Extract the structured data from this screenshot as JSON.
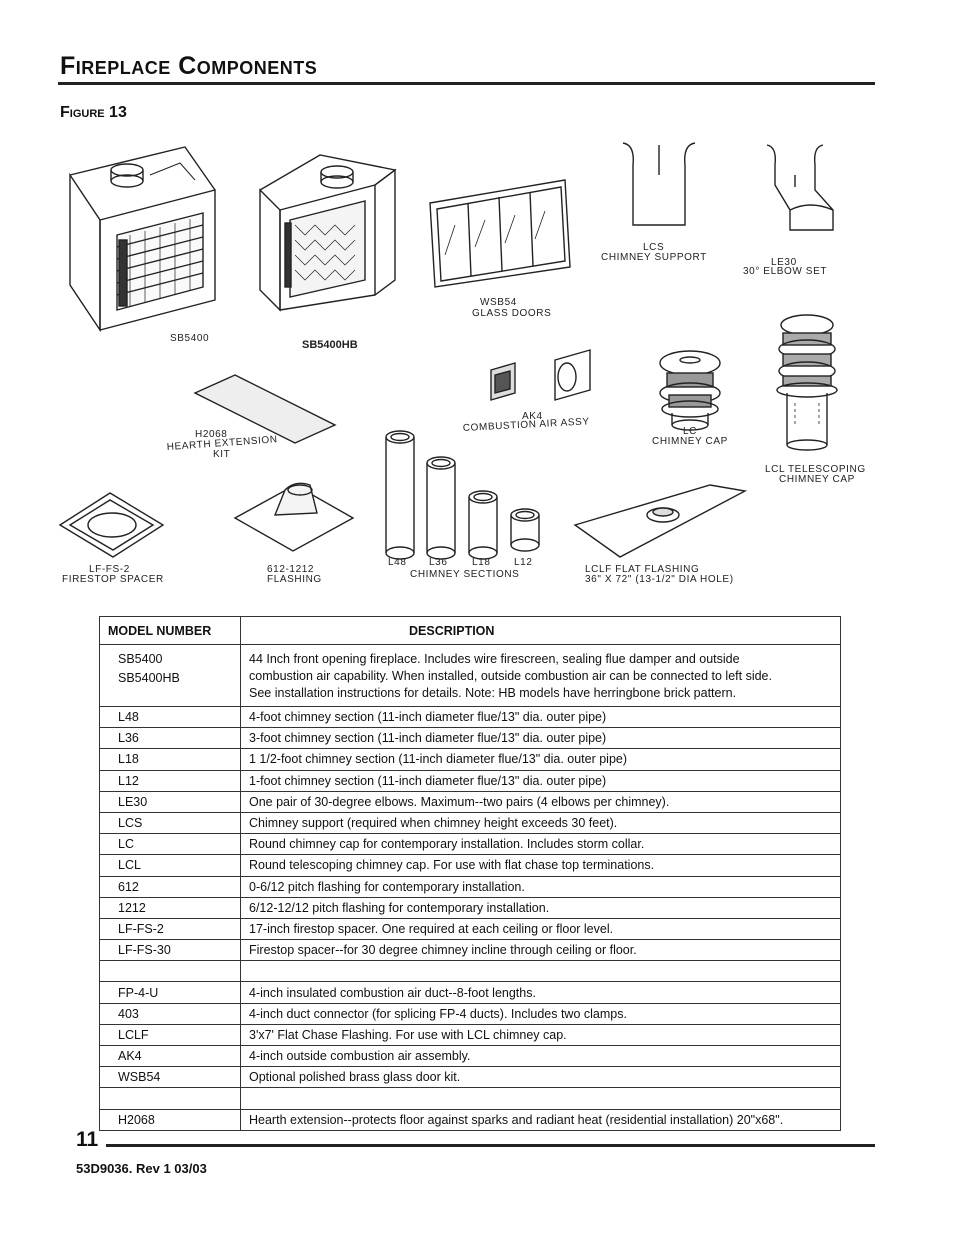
{
  "page": {
    "title": "Fireplace Components",
    "figure_label": "Figure 13",
    "page_number": "11",
    "doc_number": "53D9036. Rev 1 03/03"
  },
  "figure": {
    "sb5400": "SB5400",
    "sb5400hb": "SB5400HB",
    "wsb54_1": "WSB54",
    "wsb54_2": "GLASS DOORS",
    "lcs_1": "LCS",
    "lcs_2": "CHIMNEY SUPPORT",
    "le30_1": "LE30",
    "le30_2": "30° ELBOW SET",
    "h2068_1": "H2068",
    "h2068_2": "HEARTH EXTENSION",
    "h2068_3": "KIT",
    "ak4_1": "AK4",
    "ak4_2": "COMBUSTION AIR ASSY",
    "lc_1": "LC",
    "lc_2": "CHIMNEY CAP",
    "lcl_1": "LCL TELESCOPING",
    "lcl_2": "CHIMNEY CAP",
    "lffs2_1": "LF-FS-2",
    "lffs2_2": "FIRESTOP SPACER",
    "flash_1": "612-1212",
    "flash_2": "FLASHING",
    "l48": "L48",
    "l36": "L36",
    "l18": "L18",
    "l12": "L12",
    "chim_sections": "CHIMNEY SECTIONS",
    "lclf_1": "LCLF FLAT FLASHING",
    "lclf_2": "36\" X 72\" (13-1/2\" DIA HOLE)"
  },
  "table": {
    "col_model": "MODEL NUMBER",
    "col_desc": "DESCRIPTION",
    "sb_model_1": "SB5400",
    "sb_model_2": "SB5400HB",
    "sb_desc_1": "44 Inch front opening fireplace.  Includes wire firescreen, sealing flue damper and outside",
    "sb_desc_2": "combustion air capability.  When installed, outside combustion air can be connected to left side.",
    "sb_desc_3": "See installation instructions for details.  Note:  HB models have herringbone brick pattern.",
    "rows": [
      {
        "model": "L48",
        "desc": "4-foot chimney section (11-inch diameter flue/13\" dia. outer pipe)"
      },
      {
        "model": "L36",
        "desc": "3-foot chimney section (11-inch diameter flue/13\" dia. outer pipe)"
      },
      {
        "model": "L18",
        "desc": "1 1/2-foot chimney section (11-inch diameter flue/13\" dia. outer pipe)"
      },
      {
        "model": "L12",
        "desc": "1-foot chimney section (11-inch diameter flue/13\" dia. outer pipe)"
      },
      {
        "model": "LE30",
        "desc": "One pair of 30-degree elbows.  Maximum--two pairs (4 elbows per chimney)."
      },
      {
        "model": "LCS",
        "desc": "Chimney support (required when chimney height exceeds 30 feet)."
      },
      {
        "model": "LC",
        "desc": "Round chimney cap for contemporary installation.  Includes storm collar."
      },
      {
        "model": "LCL",
        "desc": "Round telescoping chimney cap.  For use with flat chase top terminations."
      },
      {
        "model": "612",
        "desc": "0-6/12 pitch flashing for contemporary installation."
      },
      {
        "model": "1212",
        "desc": "6/12-12/12 pitch flashing for contemporary installation."
      },
      {
        "model": "LF-FS-2",
        "desc": "17-inch firestop spacer.  One required at each ceiling or floor level."
      },
      {
        "model": "LF-FS-30",
        "desc": "Firestop spacer--for 30 degree chimney incline through ceiling or floor."
      },
      {
        "model": "",
        "desc": ""
      },
      {
        "model": "FP-4-U",
        "desc": "4-inch insulated combustion air duct--8-foot lengths."
      },
      {
        "model": "403",
        "desc": "4-inch duct connector (for splicing FP-4 ducts).  Includes two clamps."
      },
      {
        "model": "LCLF",
        "desc": "3'x7' Flat Chase Flashing.  For use with LCL chimney cap."
      },
      {
        "model": "AK4",
        "desc": "4-inch outside combustion air assembly."
      },
      {
        "model": "WSB54",
        "desc": "Optional polished brass glass door kit."
      },
      {
        "model": "",
        "desc": ""
      },
      {
        "model": "H2068",
        "desc": "Hearth extension--protects floor against sparks and radiant heat (residential installation) 20\"x68\"."
      }
    ]
  }
}
